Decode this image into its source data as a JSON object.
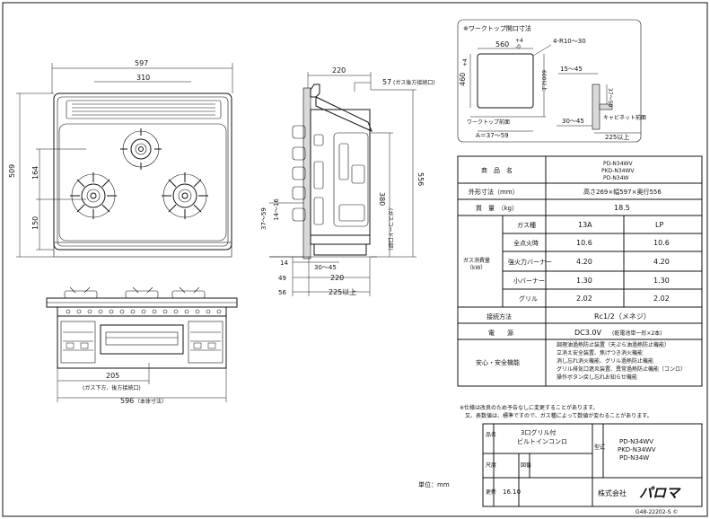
{
  "front_view": {
    "width_top": "597",
    "width_inner": "310",
    "depth_total": "509",
    "dim_164": "164",
    "dim_150": "150"
  },
  "front_elevation": {
    "dim_205": "205",
    "note_gas": "(ガス下方、後方接続口)",
    "dim_596": "596",
    "note_body": "（本体寸法）"
  },
  "side_view": {
    "dim_220_top": "220",
    "dim_57": "57",
    "note_gas_rear": "(ガス後方接続口)",
    "dim_556": "556",
    "dim_380": "380",
    "note_380": "(ガスコード口部)",
    "dim_37_59": "37～59",
    "dim_14_16": "14～16",
    "dim_14": "14",
    "dim_30_45": "30～45",
    "dim_49": "49",
    "dim_220_bottom": "220",
    "dim_56": "56",
    "dim_225": "225以上"
  },
  "worktop": {
    "title": "※ワークトップ開口寸法",
    "dim_560": "560",
    "tol_560_plus": "+4",
    "tol_560_minus": "-0",
    "dim_460": "460",
    "tol_460_plus": "+4",
    "tol_460_minus": "-0",
    "dim_600": "600以上",
    "dim_radius": "4-R10～30",
    "dim_15_45": "15～45",
    "dim_37_59": "37～59",
    "label_front": "ワークトップ前面",
    "dim_a": "A＝37～59",
    "dim_30_45": "30～45",
    "label_cabinet": "キャビネット前面",
    "dim_225": "225以上"
  },
  "spec_table": {
    "h_product": "商　品　名",
    "product_names": [
      "PD-N34WV",
      "PKD-N34WV",
      "PD-N34W"
    ],
    "h_size": "外形寸法（mm）",
    "v_size": "高さ269×幅597×奥行556",
    "h_weight": "質　量　（kg）",
    "v_weight": "18.5",
    "h_gas_consumption": "ガス消費量",
    "h_gas_consumption_unit": "（kW）",
    "h_gas_type": "ガス種",
    "gas_13a": "13A",
    "gas_lp": "LP",
    "rows": [
      {
        "label": "全点火時",
        "a": "10.6",
        "b": "10.6"
      },
      {
        "label": "強火力バーナー",
        "a": "4.20",
        "b": "4.20"
      },
      {
        "label": "小バーナー",
        "a": "1.30",
        "b": "1.30"
      },
      {
        "label": "グリル",
        "a": "2.02",
        "b": "2.02"
      }
    ],
    "h_connection": "接続方法",
    "v_connection": "Rc1/2（メネジ）",
    "h_power": "電　　源",
    "v_power": "DC3.0V",
    "v_power_note": "(乾電池単一形×2本)",
    "h_safety": "安心・安全機能",
    "safety_lines": [
      "調理油過熱防止装置（天ぷら油過熱防止機能）",
      "立消え安全装置、焦げつき消火機能",
      "消し忘れ消火機能、グリル過熱防止機能",
      "グリル排気口遮炎装置、異常過熱防止機能（コンロ）",
      "操作ボタン戻し忘れお知らせ機能"
    ]
  },
  "notes": {
    "line1": "※仕様は改良のため予告なしに変更することがあります。",
    "line2": "　又、表数値は、標準ですので、ガス種によって数値が変わることがあります。"
  },
  "title_block": {
    "unit": "単位：mm",
    "h_name": "品名",
    "name_line1": "3口グリル付",
    "name_line2": "ビルトインコンロ",
    "h_model": "型式",
    "model_lines": [
      "PD-N34WV",
      "PKD-N34WV",
      "PD-N34W"
    ],
    "h_scale": "尺度",
    "h_drawing": "図番",
    "h_revision": "更新",
    "revision": "16.10",
    "company": "株式会社",
    "logo": "パロマ",
    "doc_number": "G48-22202-S ©"
  }
}
